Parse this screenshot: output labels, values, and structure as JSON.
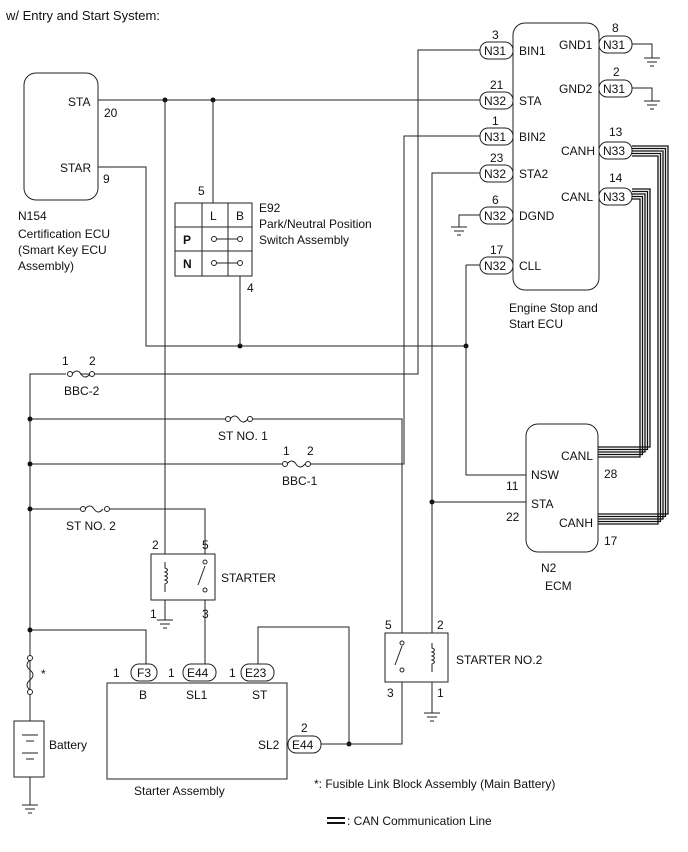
{
  "title": "w/ Entry and Start System:",
  "components": {
    "n154": {
      "code": "N154",
      "desc": [
        "Certification ECU",
        "(Smart Key ECU",
        "Assembly)"
      ],
      "pins": {
        "sta": "STA",
        "star": "STAR"
      },
      "pin_nums": {
        "sta": "20",
        "star": "9"
      }
    },
    "e92": {
      "code": "E92",
      "desc": [
        "Park/Neutral Position",
        "Switch Assembly"
      ],
      "cols": [
        "L",
        "B"
      ],
      "rows": [
        "P",
        "N"
      ],
      "pin_top": "5",
      "pin_bottom": "4"
    },
    "engine_ecu": {
      "desc": [
        "Engine Stop and",
        "Start ECU"
      ],
      "left_pins": [
        {
          "num": "3",
          "conn": "N31",
          "name": "BIN1"
        },
        {
          "num": "21",
          "conn": "N32",
          "name": "STA"
        },
        {
          "num": "1",
          "conn": "N31",
          "name": "BIN2"
        },
        {
          "num": "23",
          "conn": "N32",
          "name": "STA2"
        },
        {
          "num": "6",
          "conn": "N32",
          "name": "DGND"
        },
        {
          "num": "17",
          "conn": "N32",
          "name": "CLL"
        }
      ],
      "right_pins": [
        {
          "num": "8",
          "conn": "N31",
          "name": "GND1"
        },
        {
          "num": "2",
          "conn": "N31",
          "name": "GND2"
        },
        {
          "num": "13",
          "conn": "N33",
          "name": "CANH"
        },
        {
          "num": "14",
          "conn": "N33",
          "name": "CANL"
        }
      ]
    },
    "ecm": {
      "code": "N2",
      "name": "ECM",
      "pins": [
        {
          "name": "CANL",
          "num": "28"
        },
        {
          "name": "NSW",
          "num": "11"
        },
        {
          "name": "STA",
          "num": "22"
        },
        {
          "name": "CANH",
          "num": "17"
        }
      ]
    },
    "fuses": {
      "bbc2": {
        "label": "BBC-2",
        "pin1": "1",
        "pin2": "2"
      },
      "st1": {
        "label": "ST NO. 1"
      },
      "bbc1": {
        "label": "BBC-1",
        "pin1": "1",
        "pin2": "2"
      },
      "st2": {
        "label": "ST NO. 2"
      }
    },
    "starter_relay": {
      "label": "STARTER",
      "pins": [
        "2",
        "5",
        "1",
        "3"
      ]
    },
    "starter_no2": {
      "label": "STARTER NO.2",
      "pins": [
        "5",
        "2",
        "3",
        "1"
      ]
    },
    "starter_assembly": {
      "label": "Starter Assembly",
      "conns": [
        {
          "num": "1",
          "conn": "F3",
          "name": "B"
        },
        {
          "num": "1",
          "conn": "E44",
          "name": "SL1"
        },
        {
          "num": "1",
          "conn": "E23",
          "name": "ST"
        }
      ],
      "sl2": {
        "num": "2",
        "conn": "E44",
        "name": "SL2"
      }
    },
    "battery": {
      "label": "Battery",
      "fuse_mark": "*"
    }
  },
  "notes": {
    "fusible": "*: Fusible Link Block Assembly (Main Battery)",
    "can_line": ": CAN Communication Line"
  }
}
